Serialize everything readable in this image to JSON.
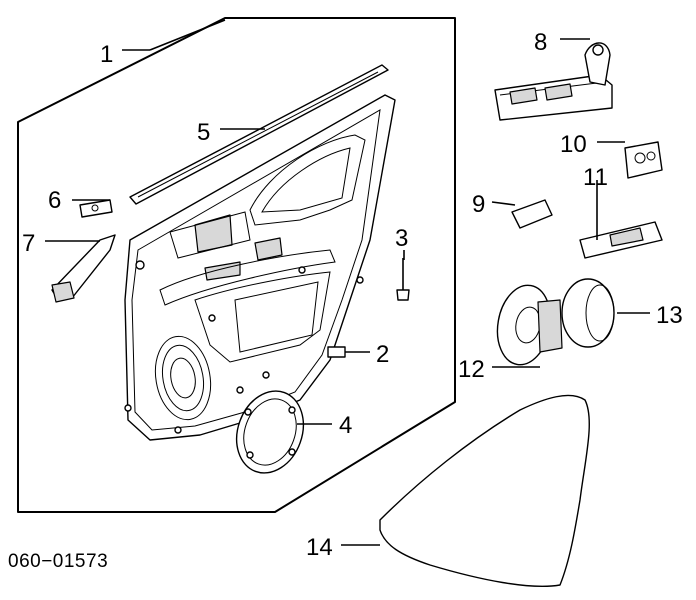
{
  "diagram": {
    "part_number": "060−01573",
    "callouts": [
      "1",
      "2",
      "3",
      "4",
      "5",
      "6",
      "7",
      "8",
      "9",
      "10",
      "11",
      "12",
      "13",
      "14"
    ]
  }
}
